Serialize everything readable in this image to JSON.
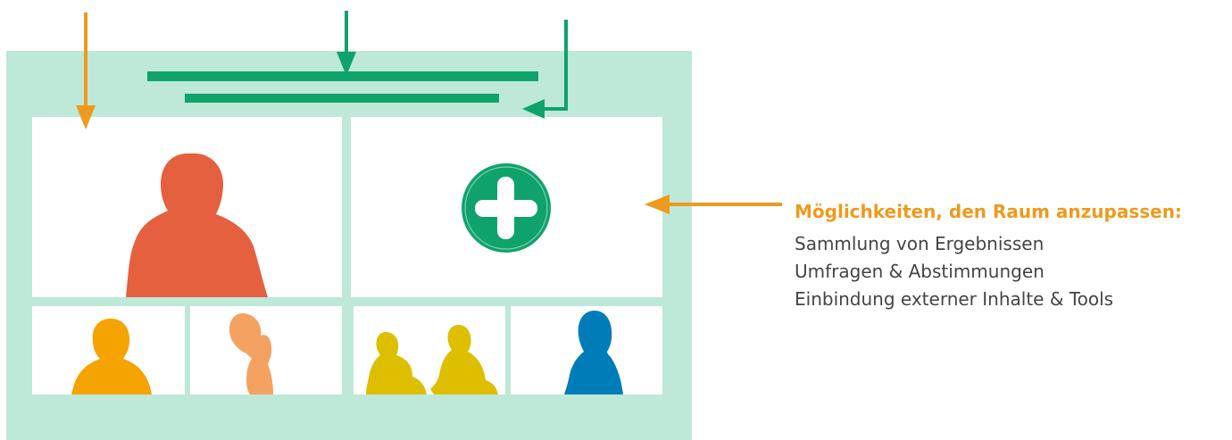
{
  "colors": {
    "frame": "#BEE8D8",
    "panel": "#FFFFFF",
    "accent_green": "#0FA36B",
    "accent_orange": "#EE9A1E",
    "speaker": "#E4603F",
    "participant_1": "#F5A300",
    "participant_2": "#F4A261",
    "participant_3": "#DDBF00",
    "participant_4": "#007DB8",
    "text": "#444444"
  },
  "icons": {
    "add": "plus-circle-icon"
  },
  "caption": {
    "title": "Möglichkeiten, den Raum anzupassen:",
    "items": [
      "Sammlung von Ergebnissen",
      "Umfragen & Abstimmungen",
      "Einbindung externer Inhalte & Tools"
    ]
  }
}
